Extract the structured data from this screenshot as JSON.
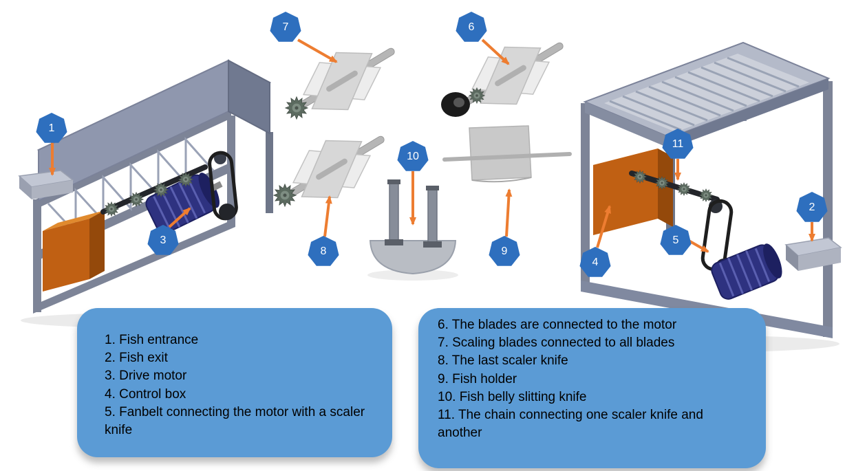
{
  "badges": [
    {
      "number": "1"
    },
    {
      "number": "2"
    },
    {
      "number": "3"
    },
    {
      "number": "4"
    },
    {
      "number": "5"
    },
    {
      "number": "6"
    },
    {
      "number": "7"
    },
    {
      "number": "8"
    },
    {
      "number": "9"
    },
    {
      "number": "10"
    },
    {
      "number": "11"
    }
  ],
  "legend_left": {
    "items": [
      "1. Fish entrance",
      "2. Fish exit",
      "3. Drive motor",
      "4. Control box",
      "5. Fanbelt connecting the motor with a scaler knife"
    ]
  },
  "legend_right": {
    "items": [
      "6. The blades are connected to the motor",
      "7. Scaling blades connected to all blades",
      "8. The last scaler knife",
      "9. Fish holder",
      "10. Fish belly slitting knife",
      "11. The chain connecting one scaler knife and another"
    ]
  },
  "colors": {
    "badge_fill": "#2e6fbe",
    "badge_text": "#ffffff",
    "arrow": "#ed7d31",
    "legend_background": "#5b9bd5",
    "legend_text": "#000000",
    "machine_body": "#9aa2b8",
    "control_box": "#c06013",
    "motor_body": "#2e3280"
  }
}
